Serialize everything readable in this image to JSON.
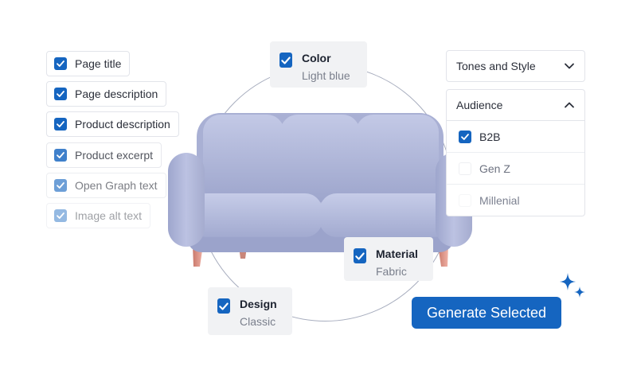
{
  "left_checklist": [
    {
      "label": "Page title",
      "checked": true
    },
    {
      "label": "Page description",
      "checked": true
    },
    {
      "label": "Product description",
      "checked": true
    },
    {
      "label": "Product excerpt",
      "checked": true
    },
    {
      "label": "Open Graph text",
      "checked": true
    },
    {
      "label": "Image alt text",
      "checked": true
    }
  ],
  "attributes": {
    "color": {
      "key": "Color",
      "value": "Light blue"
    },
    "material": {
      "key": "Material",
      "value": "Fabric"
    },
    "design": {
      "key": "Design",
      "value": "Classic"
    }
  },
  "tones_dropdown": {
    "label": "Tones and Style",
    "icon": "chevron-down-icon"
  },
  "audience": {
    "label": "Audience",
    "icon": "chevron-up-icon",
    "options": [
      {
        "label": "B2B",
        "checked": true
      },
      {
        "label": "Gen Z",
        "checked": false
      },
      {
        "label": "Millenial",
        "checked": false
      }
    ]
  },
  "generate_button": {
    "label": "Generate Selected"
  },
  "colors": {
    "accent": "#1565c0",
    "sofa_fabric": "#b4bbdc",
    "sofa_legs": "#e29a8d"
  }
}
